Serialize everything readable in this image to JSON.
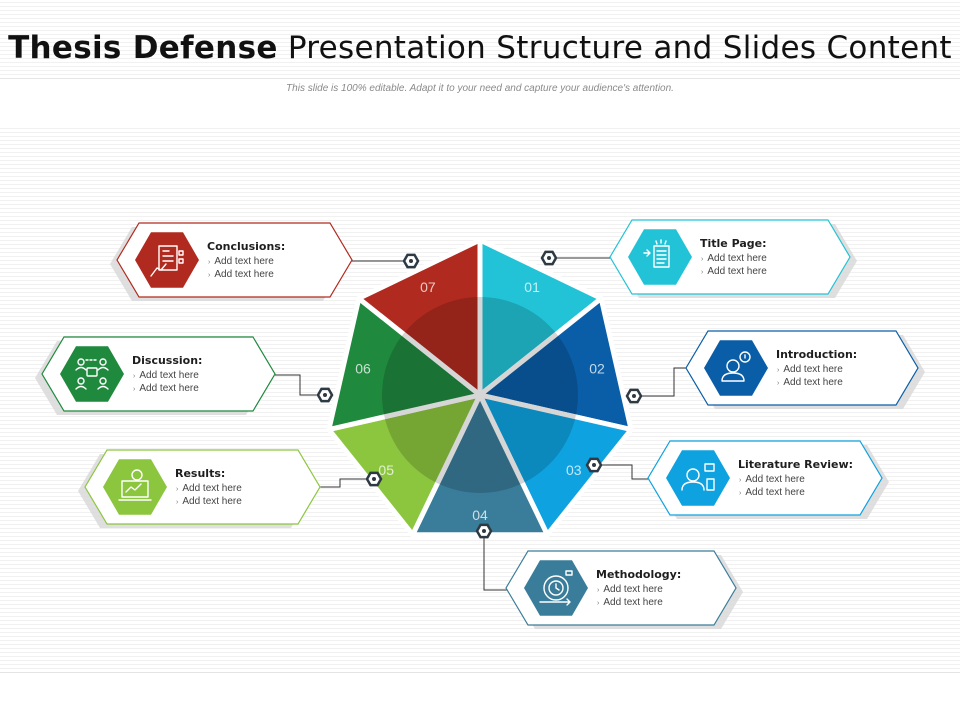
{
  "title": {
    "bold": "Thesis Defense",
    "rest": "Presentation Structure and Slides Content"
  },
  "subtitle": "This slide is 100% editable. Adapt it to your need and capture your audience's attention.",
  "colors": {
    "seg_01": "#22c3d7",
    "seg_02": "#0a5ea8",
    "seg_03": "#0ea2e0",
    "seg_04": "#3a7d9a",
    "seg_05": "#8cc63f",
    "seg_06": "#1f8a3e",
    "seg_07": "#b12a1f"
  },
  "segments": [
    {
      "number": "01",
      "color": "#22c3d7"
    },
    {
      "number": "02",
      "color": "#0a5ea8"
    },
    {
      "number": "03",
      "color": "#0ea2e0"
    },
    {
      "number": "04",
      "color": "#3a7d9a"
    },
    {
      "number": "05",
      "color": "#8cc63f"
    },
    {
      "number": "06",
      "color": "#1f8a3e"
    },
    {
      "number": "07",
      "color": "#b12a1f"
    }
  ],
  "items": [
    {
      "label": "Title Page:",
      "bullets": [
        "Add text here",
        "Add text here"
      ],
      "icon": "document-icon",
      "color": "#22c3d7"
    },
    {
      "label": "Introduction:",
      "bullets": [
        "Add text here",
        "Add text here"
      ],
      "icon": "presenter-icon",
      "color": "#0a5ea8"
    },
    {
      "label": "Literature Review:",
      "bullets": [
        "Add text here",
        "Add text here"
      ],
      "icon": "reader-icon",
      "color": "#0ea2e0"
    },
    {
      "label": "Methodology:",
      "bullets": [
        "Add text here",
        "Add text here"
      ],
      "icon": "process-icon",
      "color": "#3a7d9a"
    },
    {
      "label": "Results:",
      "bullets": [
        "Add text here",
        "Add text here"
      ],
      "icon": "chart-screen-icon",
      "color": "#8cc63f"
    },
    {
      "label": "Discussion:",
      "bullets": [
        "Add text here",
        "Add text here"
      ],
      "icon": "discussion-icon",
      "color": "#1f8a3e"
    },
    {
      "label": "Conclusions:",
      "bullets": [
        "Add text here",
        "Add text here"
      ],
      "icon": "clipboard-icon",
      "color": "#b12a1f"
    }
  ]
}
